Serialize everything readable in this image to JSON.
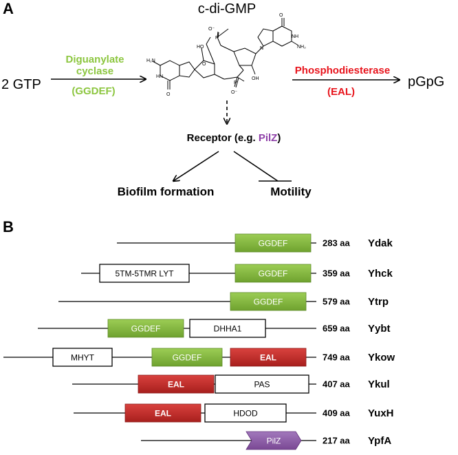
{
  "panel_a": {
    "label": "A",
    "molecule_title": "c-di-GMP",
    "substrate": "2 GTP",
    "product": "pGpG",
    "synthase_line1": "Diguanylate",
    "synthase_line2": "cyclase",
    "synthase_domain": "(GGDEF)",
    "hydrolase": "Phosphodiesterase",
    "hydrolase_domain": "(EAL)",
    "receptor_prefix": "Receptor (e.g. ",
    "receptor_example": "PilZ",
    "receptor_suffix": ")",
    "outcome_positive": "Biofilm formation",
    "outcome_negative": "Motility",
    "structure_atoms": {
      "o_minus_top": "O⁻",
      "o_minus_bottom": "O⁻",
      "p_top": "P",
      "p_bottom": "P",
      "o": "O",
      "ho": "HO",
      "oh": "OH",
      "n": "N",
      "nh": "NH",
      "hn": "HN",
      "nh2": "NH₂",
      "h2n": "H₂N"
    }
  },
  "panel_b": {
    "label": "B",
    "proteins": [
      {
        "name": "Ydak",
        "length": "283 aa",
        "domains": [
          {
            "label": "GGDEF",
            "type": "ggdef"
          }
        ]
      },
      {
        "name": "Yhck",
        "length": "359 aa",
        "domains": [
          {
            "label": "5TM-5TMR LYT",
            "type": "plain"
          },
          {
            "label": "GGDEF",
            "type": "ggdef"
          }
        ]
      },
      {
        "name": "Ytrp",
        "length": "579 aa",
        "domains": [
          {
            "label": "GGDEF",
            "type": "ggdef"
          }
        ]
      },
      {
        "name": "Yybt",
        "length": "659 aa",
        "domains": [
          {
            "label": "GGDEF",
            "type": "ggdef"
          },
          {
            "label": "DHHA1",
            "type": "plain"
          }
        ]
      },
      {
        "name": "Ykow",
        "length": "749 aa",
        "domains": [
          {
            "label": "MHYT",
            "type": "plain"
          },
          {
            "label": "GGDEF",
            "type": "ggdef"
          },
          {
            "label": "EAL",
            "type": "eal"
          }
        ]
      },
      {
        "name": "Ykul",
        "length": "407 aa",
        "domains": [
          {
            "label": "EAL",
            "type": "eal"
          },
          {
            "label": "PAS",
            "type": "plain"
          }
        ]
      },
      {
        "name": "YuxH",
        "length": "409 aa",
        "domains": [
          {
            "label": "EAL",
            "type": "eal"
          },
          {
            "label": "HDOD",
            "type": "plain"
          }
        ]
      },
      {
        "name": "YpfA",
        "length": "217 aa",
        "domains": [
          {
            "label": "PilZ",
            "type": "pilz"
          }
        ]
      }
    ]
  },
  "colors": {
    "ggdef": "#8bbb45",
    "ggdef_text_green": "#8cc63f",
    "eal": "#c8302e",
    "eal_text_red": "#e8141c",
    "pilz": "#8e5ca8",
    "plain_fill": "#ffffff",
    "outline": "#000000"
  }
}
